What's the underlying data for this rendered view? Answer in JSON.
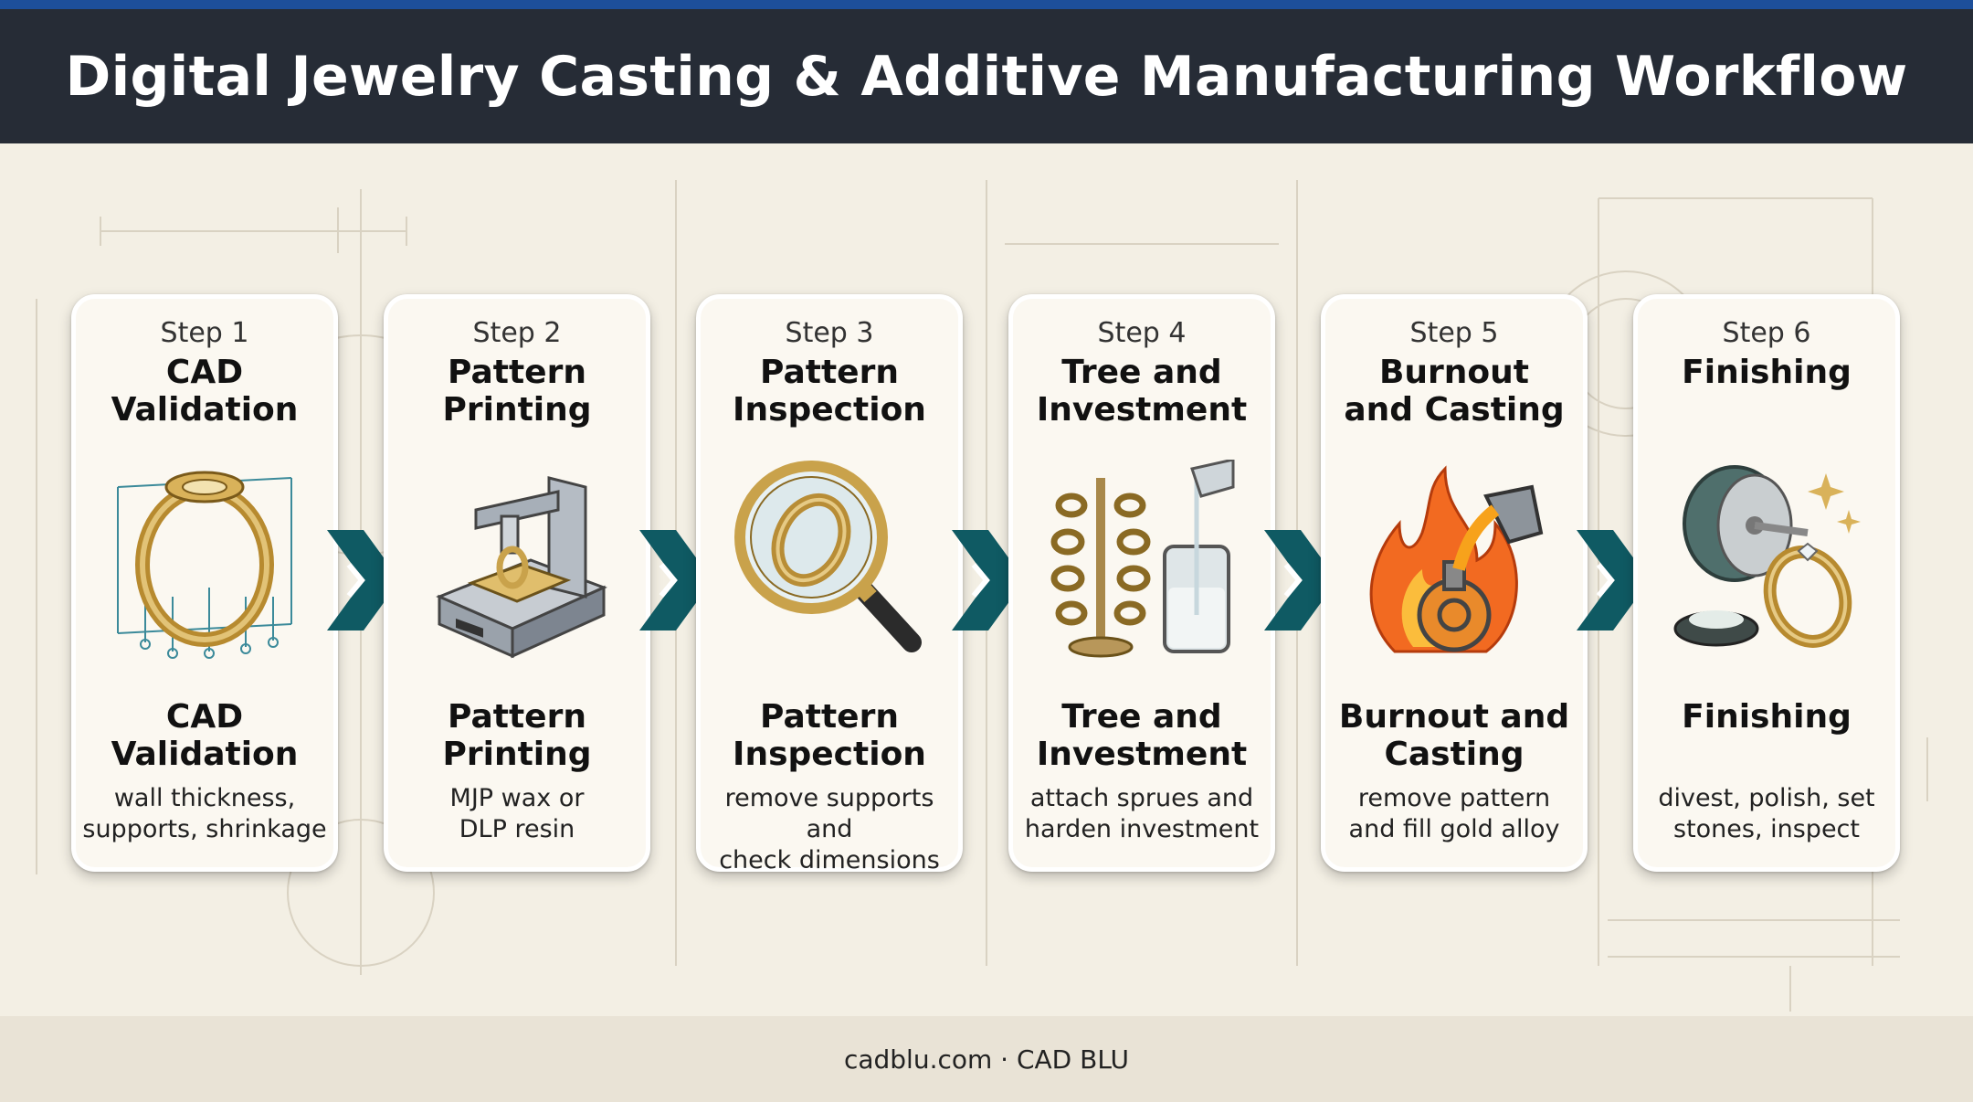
{
  "header": {
    "title": "Digital Jewelry Casting & Additive Manufacturing Workflow"
  },
  "steps": [
    {
      "label": "Step 1",
      "title": "CAD\nValidation",
      "bottom_title": "CAD\nValidation",
      "description": "wall thickness,\nsupports, shrinkage",
      "icon": "ring-cad-wireframe-icon"
    },
    {
      "label": "Step 2",
      "title": "Pattern\nPrinting",
      "bottom_title": "Pattern\nPrinting",
      "description": "MJP wax or\nDLP resin",
      "icon": "3d-printer-icon"
    },
    {
      "label": "Step 3",
      "title": "Pattern\nInspection",
      "bottom_title": "Pattern\nInspection",
      "description": "remove supports and\ncheck dimensions",
      "icon": "magnifier-ring-icon"
    },
    {
      "label": "Step 4",
      "title": "Tree and\nInvestment",
      "bottom_title": "Tree and\nInvestment",
      "description": "attach sprues and\nharden investment",
      "icon": "wax-tree-flask-icon"
    },
    {
      "label": "Step 5",
      "title": "Burnout\nand Casting",
      "bottom_title": "Burnout and\nCasting",
      "description": "remove pattern\nand fill gold alloy",
      "icon": "furnace-pour-icon"
    },
    {
      "label": "Step 6",
      "title": "Finishing",
      "bottom_title": "Finishing",
      "description": "divest, polish, set\nstones, inspect",
      "icon": "polish-ring-icon"
    }
  ],
  "footer": {
    "text": "cadblu.com · CAD BLU"
  },
  "colors": {
    "header_bg": "#262c36",
    "accent_bar": "#1d4f9a",
    "chevron": "#0f5a63",
    "background": "#f3efe4",
    "gold": "#c9a24b"
  }
}
